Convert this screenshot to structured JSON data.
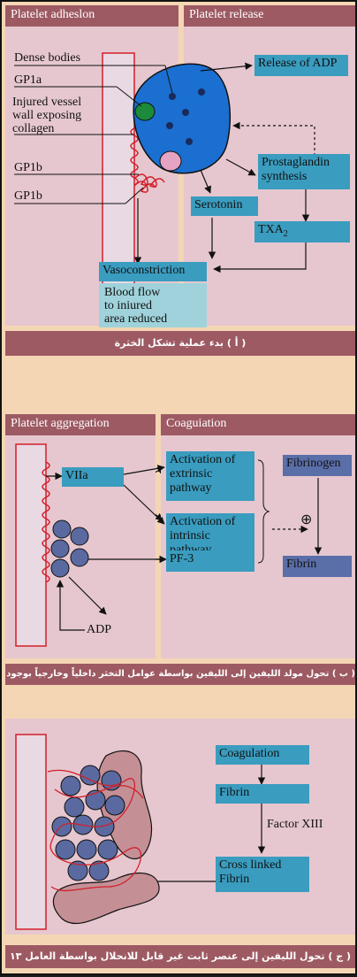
{
  "section1": {
    "header_left": "Platelet adheslon",
    "header_right": "Platelet release",
    "label_dense": "Dense bodies",
    "label_gp1a": "GP1a",
    "label_injured": "Injured vessel\nwall exposing\ncollagen",
    "label_gp1b_1": "GP1b",
    "label_gp1b_2": "GP1b",
    "release_adp": "Release  of ADP",
    "prostaglandin": "Prostaglandin\nsynthesis",
    "serotonin": "Serotonin",
    "txa": "TXA",
    "txa_sub": "2",
    "vasoconstriction": "Vasoconstriction",
    "bloodflow": "Blood flow\nto iniured\narea reduced",
    "caption": "( أ ) بدء عملية تشكل الخثرة"
  },
  "section2": {
    "header_left": "Platelet aggregation",
    "header_right": "Coaguiation",
    "viia": "VIIa",
    "extrinsic": "Activation of\nextrinsic\npathway",
    "intrinsic": "Activation of\nintrinsic\npathway",
    "pf3": "PF-3",
    "fibrinogen": "Fibrinogen",
    "fibrin": "Fibrin",
    "adp": "ADP",
    "plus": "⊕",
    "caption": "( ب ) تحول مولد الليفين إلى الليفين  بواسطة عوامل التخثر داخلياً وخارجياً بوجود الصفيحات"
  },
  "section3": {
    "coagulation": "Coagulation",
    "fibrin": "Fibrin",
    "factor": "Factor XIII",
    "crosslinked": "Cross linked\nFibrin",
    "caption": "( ج ) تحول الليفين إلى عنصر ثابت غير قابل للانحلال بواسطة العامل ١٣"
  },
  "colors": {
    "panel": "#e6c7cf",
    "header": "#9d5a63",
    "blue_box": "#3a9cbf",
    "platelet": "#1a6fd1",
    "cell": "#5a6aa0",
    "clot": "#c58f96"
  }
}
